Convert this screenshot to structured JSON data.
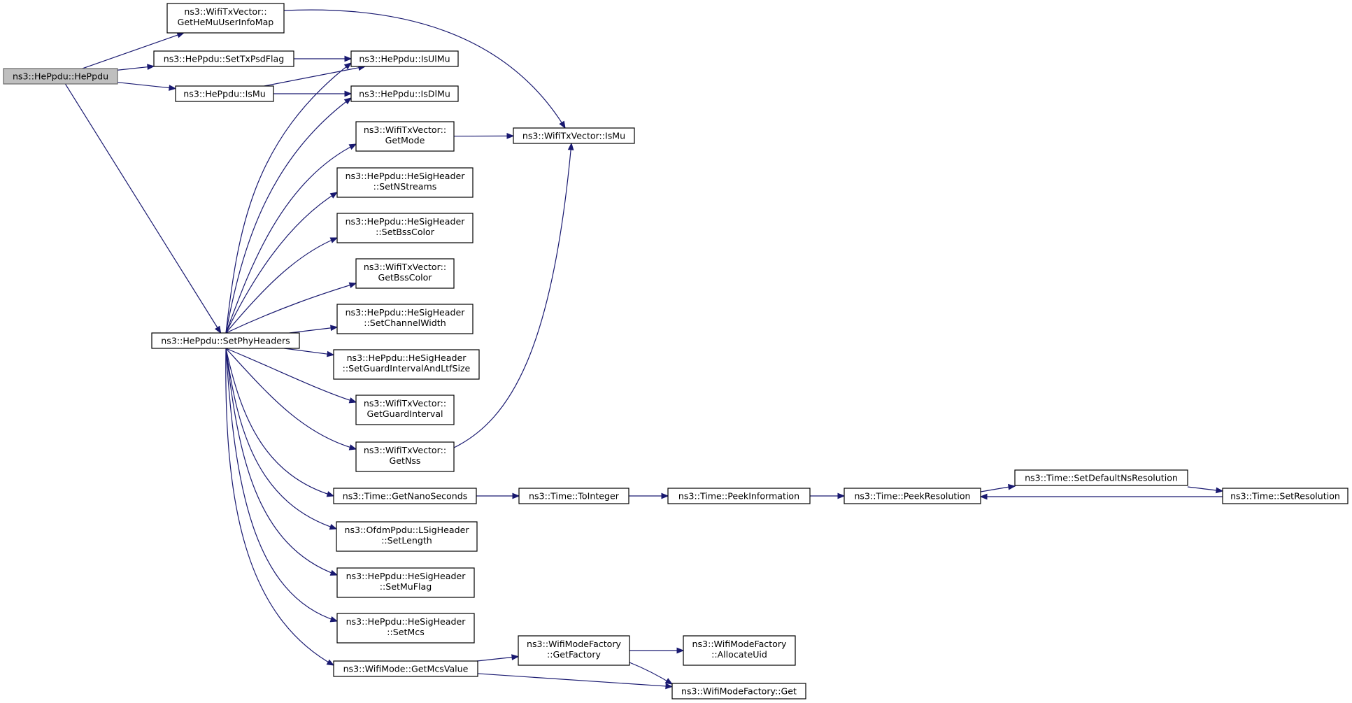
{
  "diagram": {
    "colors": {
      "edge": "#191970",
      "root_fill": "#bfbfbf",
      "node_fill": "#ffffff",
      "node_stroke": "#000000"
    },
    "nodes": {
      "hePpdu": {
        "lines": [
          "ns3::HePpdu::HePpdu"
        ],
        "root": true
      },
      "getHeMuUserInfoMap": {
        "lines": [
          "ns3::WifiTxVector::",
          "GetHeMuUserInfoMap"
        ]
      },
      "setTxPsdFlag": {
        "lines": [
          "ns3::HePpdu::SetTxPsdFlag"
        ]
      },
      "heIsMu": {
        "lines": [
          "ns3::HePpdu::IsMu"
        ]
      },
      "isUlMu": {
        "lines": [
          "ns3::HePpdu::IsUlMu"
        ]
      },
      "isDlMu": {
        "lines": [
          "ns3::HePpdu::IsDlMu"
        ]
      },
      "getMode": {
        "lines": [
          "ns3::WifiTxVector::",
          "GetMode"
        ]
      },
      "txIsMu": {
        "lines": [
          "ns3::WifiTxVector::IsMu"
        ]
      },
      "setNStreams": {
        "lines": [
          "ns3::HePpdu::HeSigHeader",
          "::SetNStreams"
        ]
      },
      "setBssColor": {
        "lines": [
          "ns3::HePpdu::HeSigHeader",
          "::SetBssColor"
        ]
      },
      "getBssColor": {
        "lines": [
          "ns3::WifiTxVector::",
          "GetBssColor"
        ]
      },
      "setChannelWidth": {
        "lines": [
          "ns3::HePpdu::HeSigHeader",
          "::SetChannelWidth"
        ]
      },
      "setPhyHeaders": {
        "lines": [
          "ns3::HePpdu::SetPhyHeaders"
        ]
      },
      "setGuardIntervalAndLtfSize": {
        "lines": [
          "ns3::HePpdu::HeSigHeader",
          "::SetGuardIntervalAndLtfSize"
        ]
      },
      "getGuardInterval": {
        "lines": [
          "ns3::WifiTxVector::",
          "GetGuardInterval"
        ]
      },
      "getNss": {
        "lines": [
          "ns3::WifiTxVector::",
          "GetNss"
        ]
      },
      "getNanoSeconds": {
        "lines": [
          "ns3::Time::GetNanoSeconds"
        ]
      },
      "toInteger": {
        "lines": [
          "ns3::Time::ToInteger"
        ]
      },
      "peekInformation": {
        "lines": [
          "ns3::Time::PeekInformation"
        ]
      },
      "peekResolution": {
        "lines": [
          "ns3::Time::PeekResolution"
        ]
      },
      "setDefaultNsResolution": {
        "lines": [
          "ns3::Time::SetDefaultNsResolution"
        ]
      },
      "setResolution": {
        "lines": [
          "ns3::Time::SetResolution"
        ]
      },
      "setLength": {
        "lines": [
          "ns3::OfdmPpdu::LSigHeader",
          "::SetLength"
        ]
      },
      "setMuFlag": {
        "lines": [
          "ns3::HePpdu::HeSigHeader",
          "::SetMuFlag"
        ]
      },
      "setMcs": {
        "lines": [
          "ns3::HePpdu::HeSigHeader",
          "::SetMcs"
        ]
      },
      "getMcsValue": {
        "lines": [
          "ns3::WifiMode::GetMcsValue"
        ]
      },
      "getFactory": {
        "lines": [
          "ns3::WifiModeFactory",
          "::GetFactory"
        ]
      },
      "allocateUid": {
        "lines": [
          "ns3::WifiModeFactory",
          "::AllocateUid"
        ]
      },
      "factoryGet": {
        "lines": [
          "ns3::WifiModeFactory::Get"
        ]
      }
    },
    "edges": [
      [
        "hePpdu",
        "getHeMuUserInfoMap"
      ],
      [
        "hePpdu",
        "setTxPsdFlag"
      ],
      [
        "hePpdu",
        "heIsMu"
      ],
      [
        "hePpdu",
        "setPhyHeaders"
      ],
      [
        "getHeMuUserInfoMap",
        "txIsMu"
      ],
      [
        "setTxPsdFlag",
        "isUlMu"
      ],
      [
        "heIsMu",
        "isUlMu"
      ],
      [
        "heIsMu",
        "isDlMu"
      ],
      [
        "setPhyHeaders",
        "isUlMu"
      ],
      [
        "setPhyHeaders",
        "isDlMu"
      ],
      [
        "setPhyHeaders",
        "getMode"
      ],
      [
        "setPhyHeaders",
        "setNStreams"
      ],
      [
        "setPhyHeaders",
        "setBssColor"
      ],
      [
        "setPhyHeaders",
        "getBssColor"
      ],
      [
        "setPhyHeaders",
        "setChannelWidth"
      ],
      [
        "setPhyHeaders",
        "setGuardIntervalAndLtfSize"
      ],
      [
        "setPhyHeaders",
        "getGuardInterval"
      ],
      [
        "setPhyHeaders",
        "getNss"
      ],
      [
        "setPhyHeaders",
        "getNanoSeconds"
      ],
      [
        "setPhyHeaders",
        "setLength"
      ],
      [
        "setPhyHeaders",
        "setMuFlag"
      ],
      [
        "setPhyHeaders",
        "setMcs"
      ],
      [
        "setPhyHeaders",
        "getMcsValue"
      ],
      [
        "getMode",
        "txIsMu"
      ],
      [
        "getNss",
        "txIsMu"
      ],
      [
        "getNanoSeconds",
        "toInteger"
      ],
      [
        "toInteger",
        "peekInformation"
      ],
      [
        "peekInformation",
        "peekResolution"
      ],
      [
        "peekResolution",
        "setDefaultNsResolution"
      ],
      [
        "setDefaultNsResolution",
        "setResolution"
      ],
      [
        "setResolution",
        "peekResolution"
      ],
      [
        "getMcsValue",
        "getFactory"
      ],
      [
        "getMcsValue",
        "factoryGet"
      ],
      [
        "getFactory",
        "allocateUid"
      ],
      [
        "getFactory",
        "factoryGet"
      ]
    ]
  }
}
